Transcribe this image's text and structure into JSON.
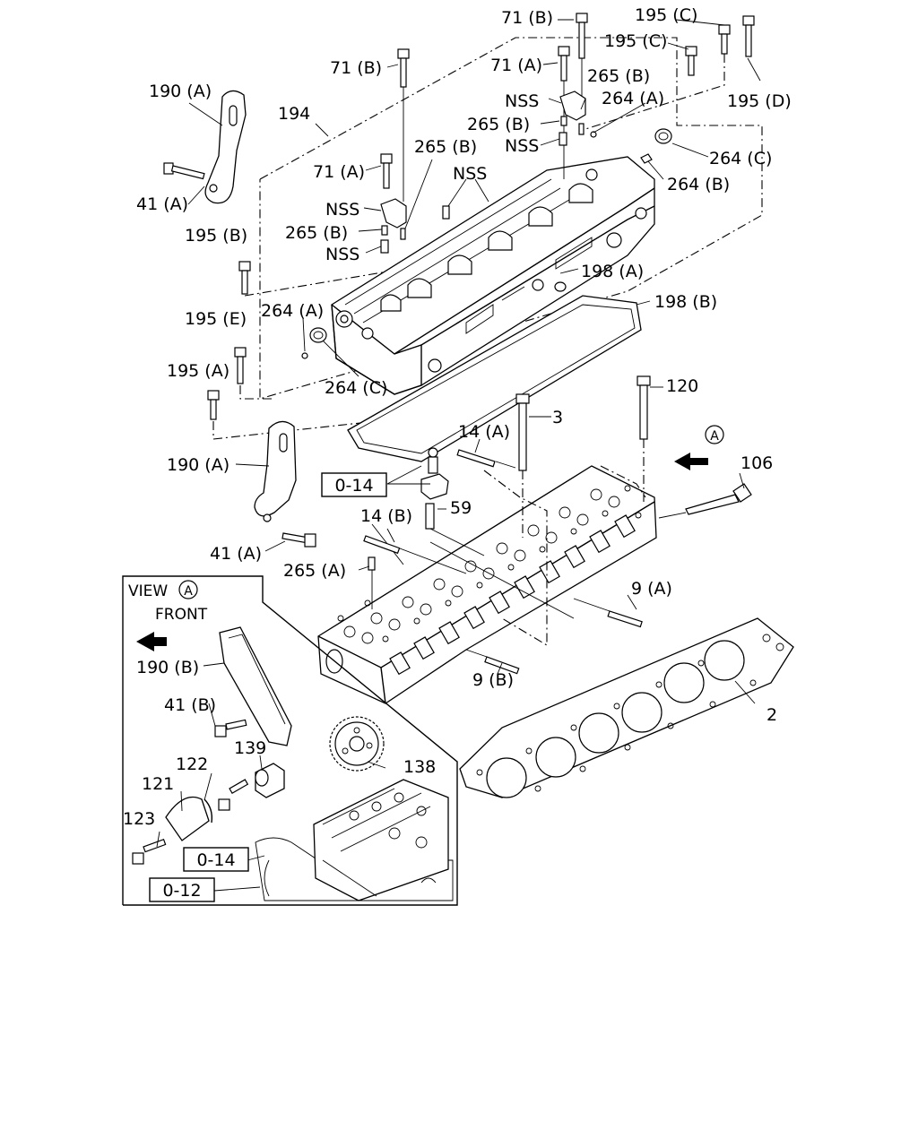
{
  "labels": {
    "l71b_top": "71 (B)",
    "l195c_top": "195 (C)",
    "l195c_2": "195 (C)",
    "l71b_left": "71 (B)",
    "l71a_top": "71 (A)",
    "l265b_top": "265 (B)",
    "l190a_top": "190 (A)",
    "nss_1": "NSS",
    "l264a_top": "264 (A)",
    "l195d": "195 (D)",
    "l194": "194",
    "l265b_2": "265 (B)",
    "nss_2": "NSS",
    "l71a_left": "71 (A)",
    "l265b_3": "265 (B)",
    "l264c_top": "264 (C)",
    "l264b": "264 (B)",
    "l41a_top": "41 (A)",
    "nss_3": "NSS",
    "nss_4": "NSS",
    "l195b": "195 (B)",
    "l265b_4": "265 (B)",
    "nss_5": "NSS",
    "l198a": "198 (A)",
    "l198b": "198 (B)",
    "l264a_left": "264 (A)",
    "l195e": "195 (E)",
    "l195a": "195 (A)",
    "l264c_bottom": "264 (C)",
    "l120": "120",
    "l3": "3",
    "l14a": "14 (A)",
    "l190a_mid": "190 (A)",
    "l106": "106",
    "l59": "59",
    "l14b": "14 (B)",
    "l41a_mid": "41 (A)",
    "l265a": "265 (A)",
    "l9a": "9 (A)",
    "l9b": "9 (B)",
    "l2": "2",
    "view": "VIEW",
    "front": "FRONT",
    "l190b": "190 (B)",
    "l41b": "41 (B)",
    "l139": "139",
    "l122": "122",
    "l138": "138",
    "l121": "121",
    "l123": "123"
  },
  "ref_boxes": {
    "ref_014_top": "0-14",
    "ref_014_view": "0-14",
    "ref_012_view": "0-12"
  },
  "markers": {
    "view_arrow": "A",
    "view_marker": "A"
  }
}
